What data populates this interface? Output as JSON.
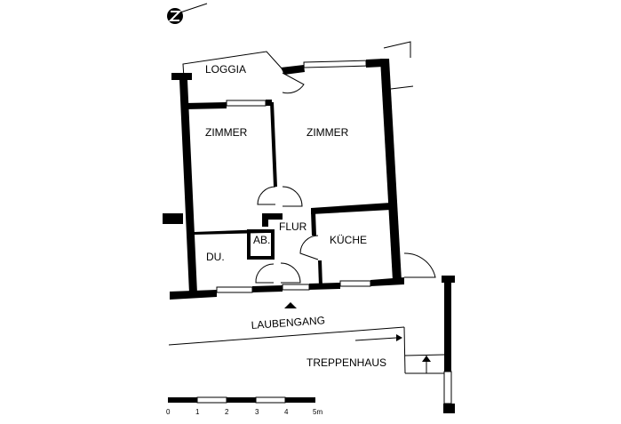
{
  "plan": {
    "rooms": {
      "loggia": "LOGGIA",
      "zimmer_left": "ZIMMER",
      "zimmer_right": "ZIMMER",
      "flur": "FLUR",
      "ab": "AB.",
      "du": "DU.",
      "kueche": "KÜCHE",
      "laubengang": "LAUBENGANG",
      "treppenhaus": "TREPPENHAUS"
    },
    "north_arrow_icon": "north-arrow-icon",
    "entrance_icon": "entrance-triangle-icon"
  },
  "scale_bar": {
    "ticks": [
      "0",
      "1",
      "2",
      "3",
      "4",
      "5m"
    ]
  }
}
